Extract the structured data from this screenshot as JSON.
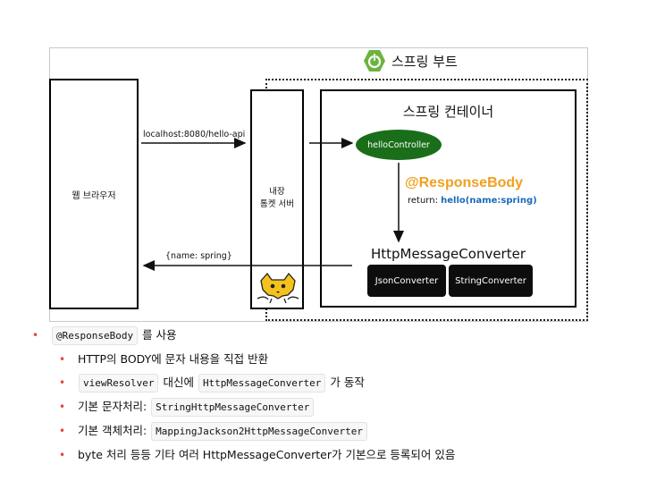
{
  "diagram": {
    "spring_boot_title": "스프링 부트",
    "browser_label": "웹 브라우저",
    "tomcat_label_line1": "내장",
    "tomcat_label_line2": "톰켓 서버",
    "container_title": "스프링 컨테이너",
    "controller_label": "helloController",
    "response_body_label": "@ResponseBody",
    "return_prefix": "return: ",
    "return_value": "hello(name:spring)",
    "converter_title": "HttpMessageConverter",
    "json_converter": "JsonConverter",
    "string_converter": "StringConverter",
    "request_url": "localhost:8080/hello-api",
    "response_json": "{name: spring}",
    "colors": {
      "controller_fill": "#1a6e1a",
      "spring_green": "#6db33f",
      "response_body": "#f0a01e",
      "return_value": "#1a6bb8",
      "bullet": "#e0463a"
    },
    "icons": [
      "spring-boot-power-icon",
      "tomcat-cat-icon"
    ]
  },
  "notes": {
    "item0_code": "@ResponseBody",
    "item0_text": " 를 사용",
    "item1_text": "HTTP의 BODY에 문자 내용을 직접 반환",
    "item2_code1": "viewResolver",
    "item2_mid": " 대신에 ",
    "item2_code2": "HttpMessageConverter",
    "item2_suffix": " 가 동작",
    "item3_prefix": "기본 문자처리: ",
    "item3_code": "StringHttpMessageConverter",
    "item4_prefix": "기본 객체처리: ",
    "item4_code": "MappingJackson2HttpMessageConverter",
    "item5_text": "byte 처리 등등 기타 여러 HttpMessageConverter가 기본으로 등록되어 있음"
  }
}
